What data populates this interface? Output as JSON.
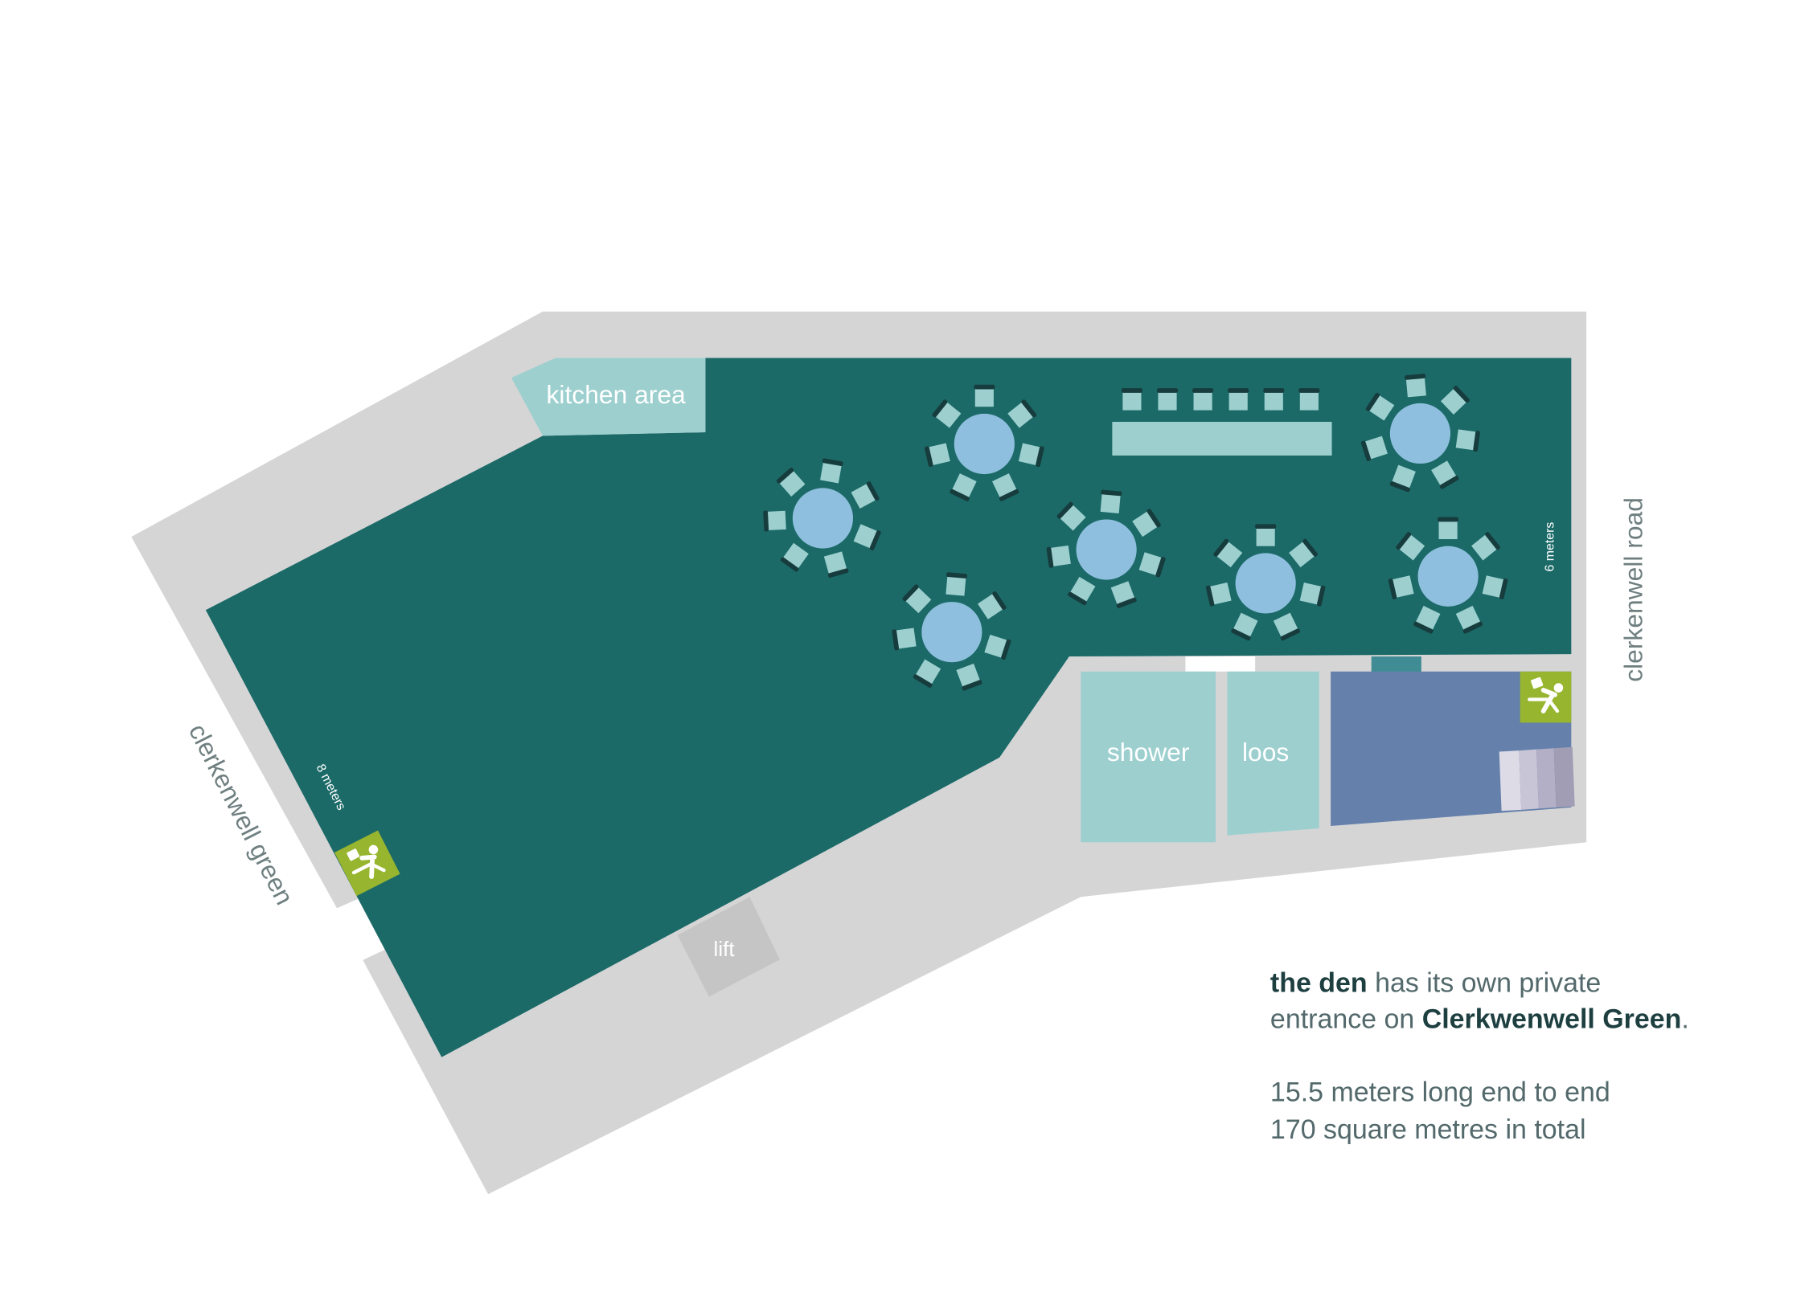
{
  "labels": {
    "kitchen": "kitchen area",
    "shower": "shower",
    "loos": "loos",
    "lift": "lift",
    "width_dim": "8 meters",
    "depth_dim": "6 meters",
    "street_road": "clerkenwell road",
    "street_green": "clerkenwell green"
  },
  "info": {
    "line1_bold": "the den",
    "line1_rest": " has its own private",
    "line2_start": "entrance on ",
    "line2_bold": "Clerkwenwell Green",
    "line2_end": ".",
    "line3": "15.5 meters long end to end",
    "line4": "170 square metres in total"
  },
  "furniture": {
    "round_tables": 7,
    "chairs_per_table": 7,
    "bench_chairs": 6
  },
  "colors": {
    "floor": "#1b6a68",
    "wall": "#d6d5d6",
    "light_room": "#9dcfcf",
    "blue_room": "#6581ab",
    "table": "#8fbfde",
    "exit_sign": "#97b52f",
    "chair_back": "#173c3d"
  }
}
